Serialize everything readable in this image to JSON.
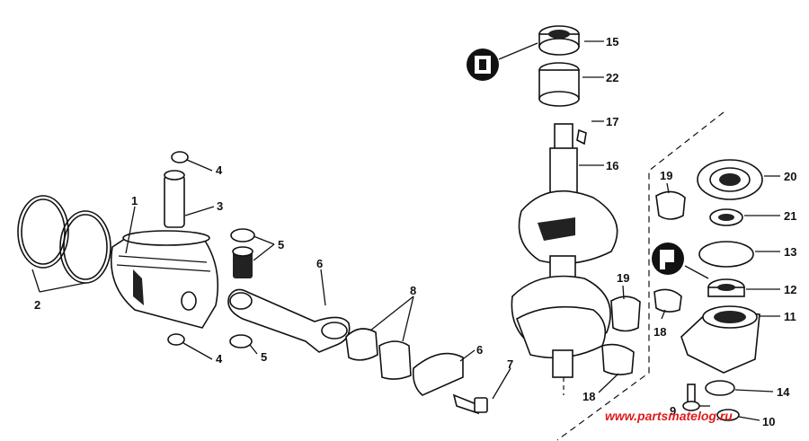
{
  "diagram": {
    "callouts": [
      {
        "id": "c1",
        "label": "1"
      },
      {
        "id": "c2",
        "label": "2"
      },
      {
        "id": "c3",
        "label": "3"
      },
      {
        "id": "c4a",
        "label": "4"
      },
      {
        "id": "c4b",
        "label": "4"
      },
      {
        "id": "c5a",
        "label": "5"
      },
      {
        "id": "c5b",
        "label": "5"
      },
      {
        "id": "c6a",
        "label": "6"
      },
      {
        "id": "c6b",
        "label": "6"
      },
      {
        "id": "c7",
        "label": "7"
      },
      {
        "id": "c8",
        "label": "8"
      },
      {
        "id": "c9",
        "label": "9"
      },
      {
        "id": "c10",
        "label": "10"
      },
      {
        "id": "c11",
        "label": "11"
      },
      {
        "id": "c12",
        "label": "12"
      },
      {
        "id": "c13",
        "label": "13"
      },
      {
        "id": "c14",
        "label": "14"
      },
      {
        "id": "c15",
        "label": "15"
      },
      {
        "id": "c16",
        "label": "16"
      },
      {
        "id": "c17",
        "label": "17"
      },
      {
        "id": "c18a",
        "label": "18"
      },
      {
        "id": "c18b",
        "label": "18"
      },
      {
        "id": "c19a",
        "label": "19"
      },
      {
        "id": "c19b",
        "label": "19"
      },
      {
        "id": "c20",
        "label": "20"
      },
      {
        "id": "c21",
        "label": "21"
      },
      {
        "id": "c22",
        "label": "22"
      }
    ],
    "watermark": "www.partsmatelog.ru"
  }
}
